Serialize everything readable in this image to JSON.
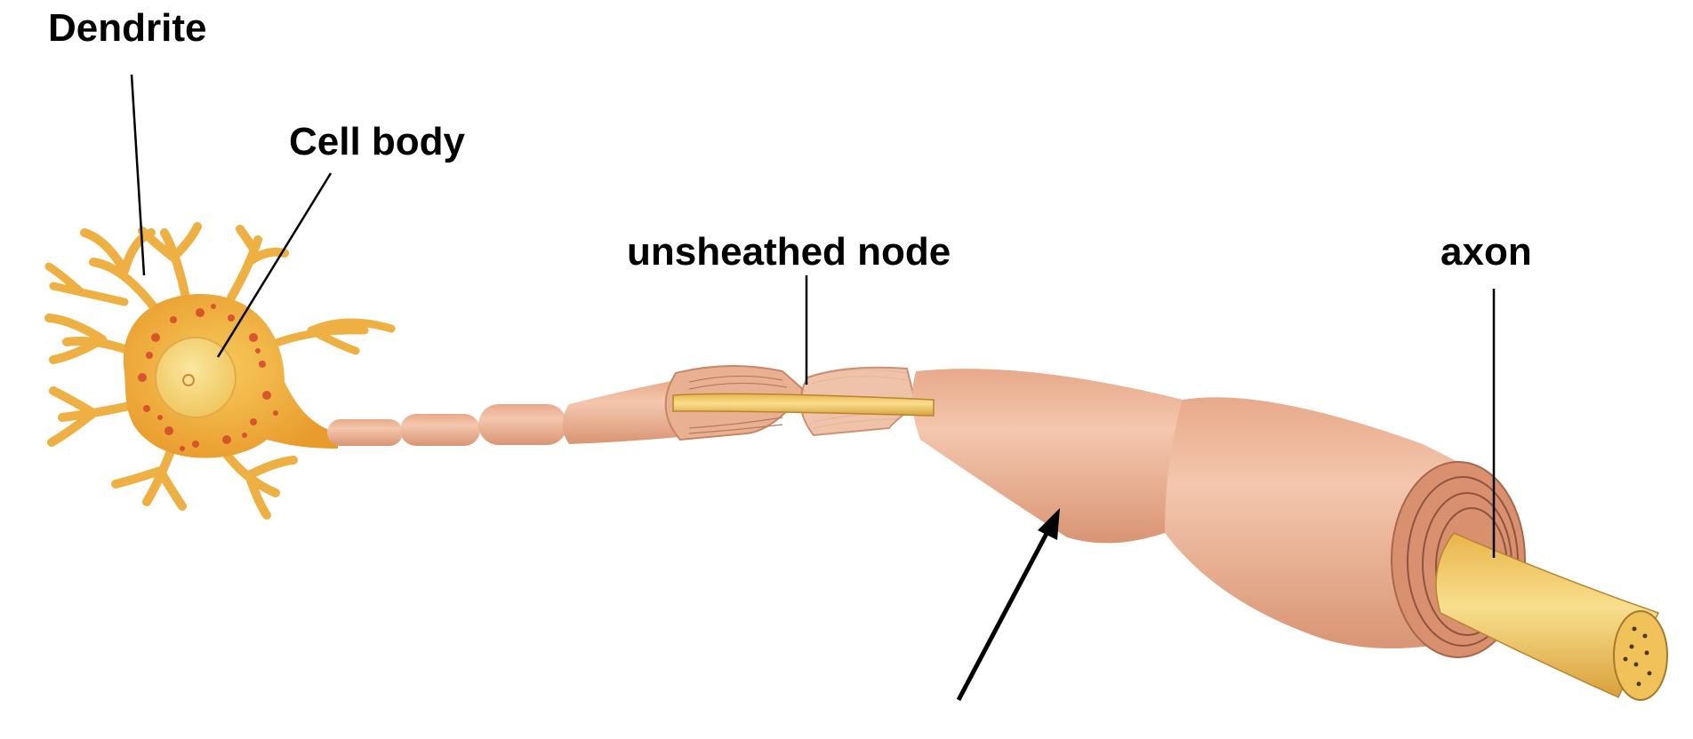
{
  "labels": {
    "dendrite": "Dendrite",
    "cell_body": "Cell body",
    "unsheathed_node": "unsheathed node",
    "axon": "axon"
  },
  "colors": {
    "background": "#ffffff",
    "cell": "#f2b73a",
    "cell_dark": "#d9962a",
    "nissl_spots": "#d4452b",
    "nucleus": "#f6d878",
    "myelin_sheath": "#eab092",
    "myelin_shadow": "#c98563",
    "axon_core": "#f4cf6a",
    "label_text": "#000000"
  }
}
